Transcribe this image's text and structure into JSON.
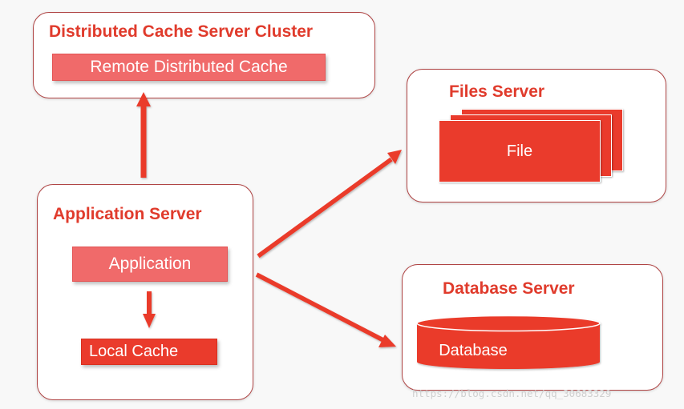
{
  "diagram": {
    "cache_cluster": {
      "title": "Distributed Cache Server Cluster",
      "component": "Remote Distributed Cache"
    },
    "files_server": {
      "title": "Files Server",
      "component": "File"
    },
    "application_server": {
      "title": "Application Server",
      "component": "Application",
      "local_cache": "Local Cache"
    },
    "database_server": {
      "title": "Database Server",
      "component": "Database"
    },
    "connections": [
      "Application Server → Distributed Cache Server Cluster",
      "Application Server → Files Server",
      "Application Server → Database Server",
      "Application → Local Cache"
    ]
  },
  "watermark": "https://blog.csdn.net/qq_30683329",
  "colors": {
    "accent_red": "#ea3b2c",
    "soft_red": "#f06a6a",
    "panel_border": "#b04545",
    "title_red": "#e03b2c"
  }
}
